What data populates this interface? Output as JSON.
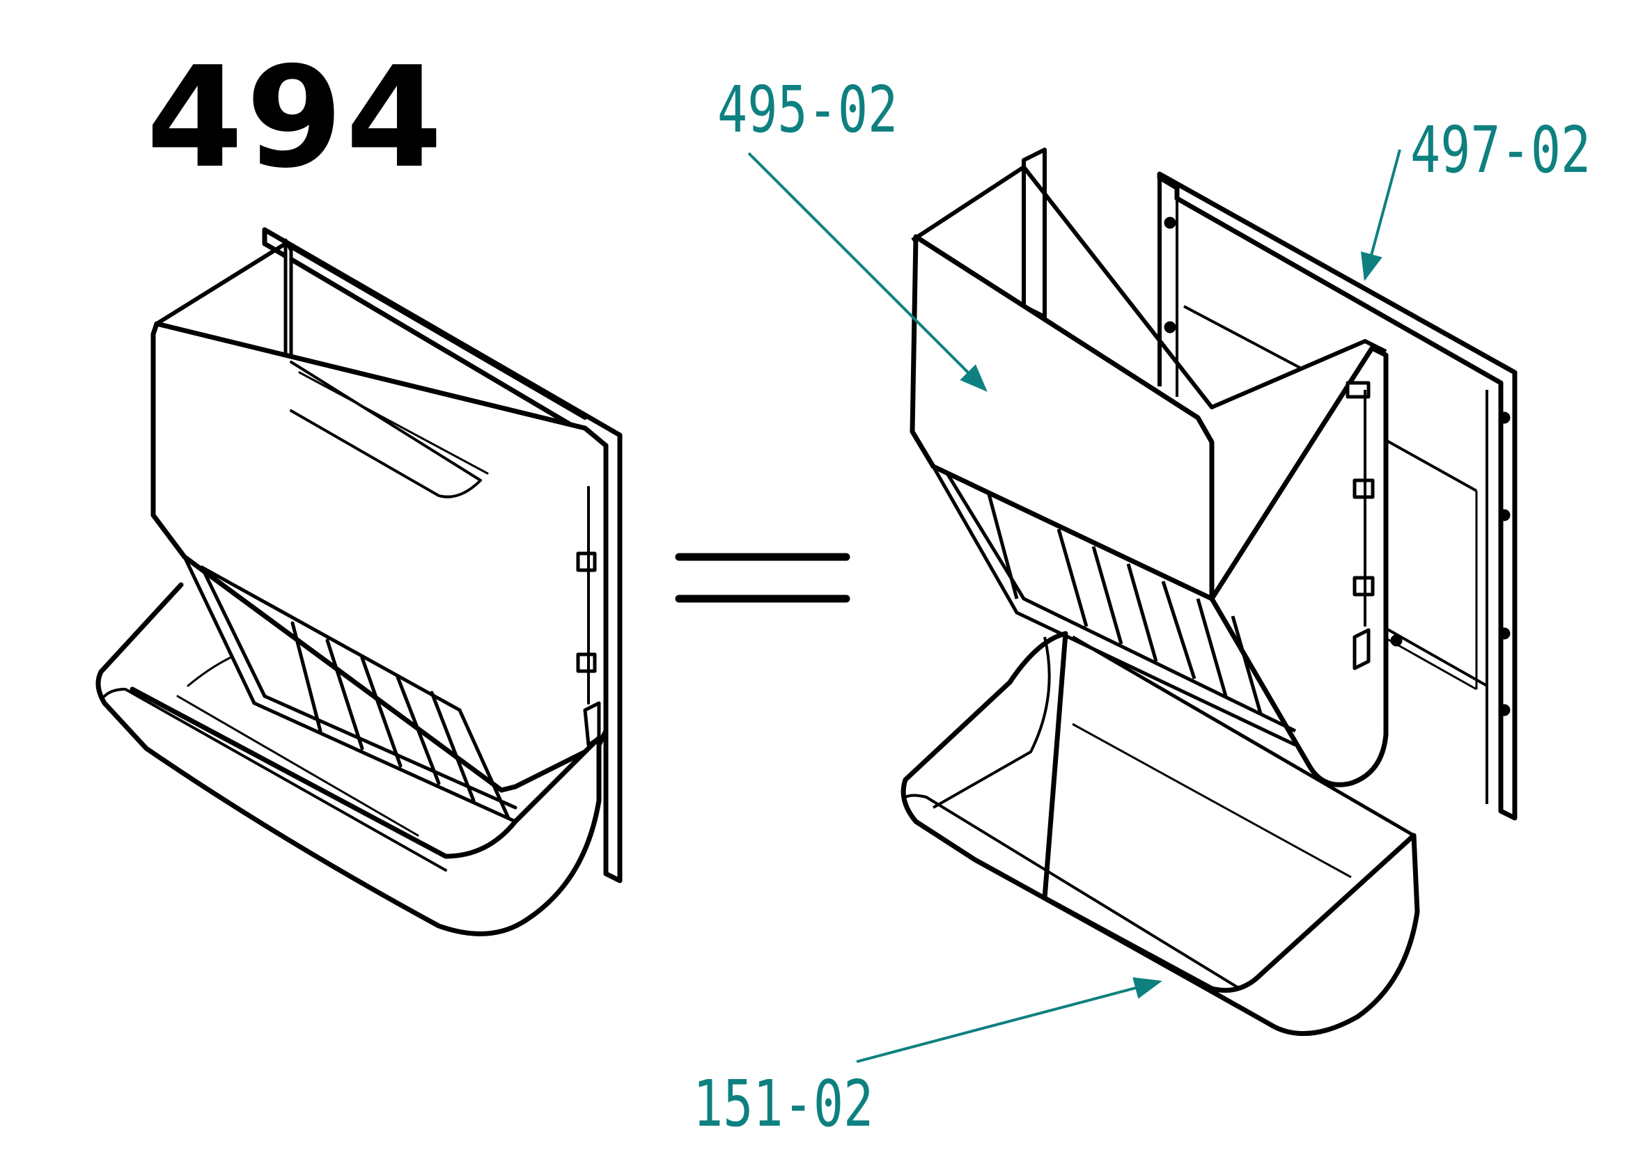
{
  "assembly": {
    "number": "494"
  },
  "parts": [
    {
      "id": "495-02"
    },
    {
      "id": "497-02"
    },
    {
      "id": "151-02"
    }
  ],
  "colors": {
    "line": "#000000",
    "callout": "#0e8080",
    "background": "#ffffff"
  }
}
